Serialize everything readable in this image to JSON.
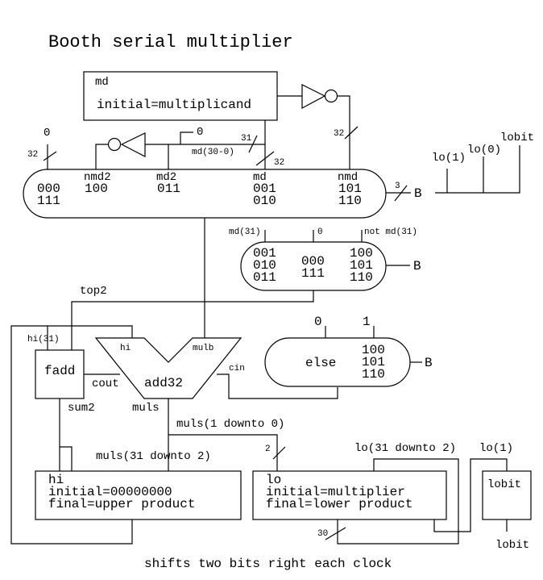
{
  "title": "Booth serial multiplier",
  "footer": "shifts two bits right each clock",
  "colors": {
    "line": "#000000",
    "background": "#ffffff"
  },
  "md_register": {
    "name": "md",
    "initial": "initial=multiplicand"
  },
  "top_mux": {
    "left_codes": [
      "000",
      "111"
    ],
    "inputs": [
      {
        "label": "nmd2",
        "codes": [
          "100"
        ]
      },
      {
        "label": "md2",
        "codes": [
          "011"
        ]
      },
      {
        "label": "md",
        "codes": [
          "001",
          "010"
        ]
      },
      {
        "label": "nmd",
        "codes": [
          "101",
          "110"
        ]
      }
    ],
    "zero_input_label": "0",
    "zero_input_width": "32",
    "select_width": "3",
    "select_label": "B"
  },
  "md_shift": {
    "zero_label": "0",
    "slice_label": "md(30-0)",
    "width_31": "31",
    "width_32": "32",
    "nmd_width": "32"
  },
  "b_select": {
    "inputs": [
      "lo(1)",
      "lo(0)",
      "lobit"
    ]
  },
  "top2_mux": {
    "inputs": [
      "md(31)",
      "0",
      "not md(31)"
    ],
    "left_codes": [
      "001",
      "010",
      "011"
    ],
    "mid_codes": [
      "000",
      "111"
    ],
    "right_codes": [
      "100",
      "101",
      "110"
    ],
    "select_label": "B",
    "output_label": "top2"
  },
  "cin_mux": {
    "inputs": [
      "0",
      "1"
    ],
    "else_label": "else",
    "codes": [
      "100",
      "101",
      "110"
    ],
    "select_label": "B"
  },
  "adder": {
    "name": "add32",
    "in_a": "hi",
    "in_b": "mulb",
    "cin": "cin",
    "cout": "cout",
    "out": "muls"
  },
  "fadd": {
    "name": "fadd",
    "in_label": "hi(31)",
    "out_label": "sum2"
  },
  "wires": {
    "muls_low": "muls(1 downto 0)",
    "muls_high": "muls(31 downto 2)",
    "lo_high": "lo(31 downto 2)",
    "lo1": "lo(1)",
    "width_2": "2",
    "width_30": "30"
  },
  "hi_register": {
    "name": "hi",
    "initial": "initial=00000000",
    "final": "final=upper product"
  },
  "lo_register": {
    "name": "lo",
    "initial": "initial=multiplier",
    "final": "final=lower product"
  },
  "lobit_register": {
    "name": "lobit",
    "out_label": "lobit"
  }
}
